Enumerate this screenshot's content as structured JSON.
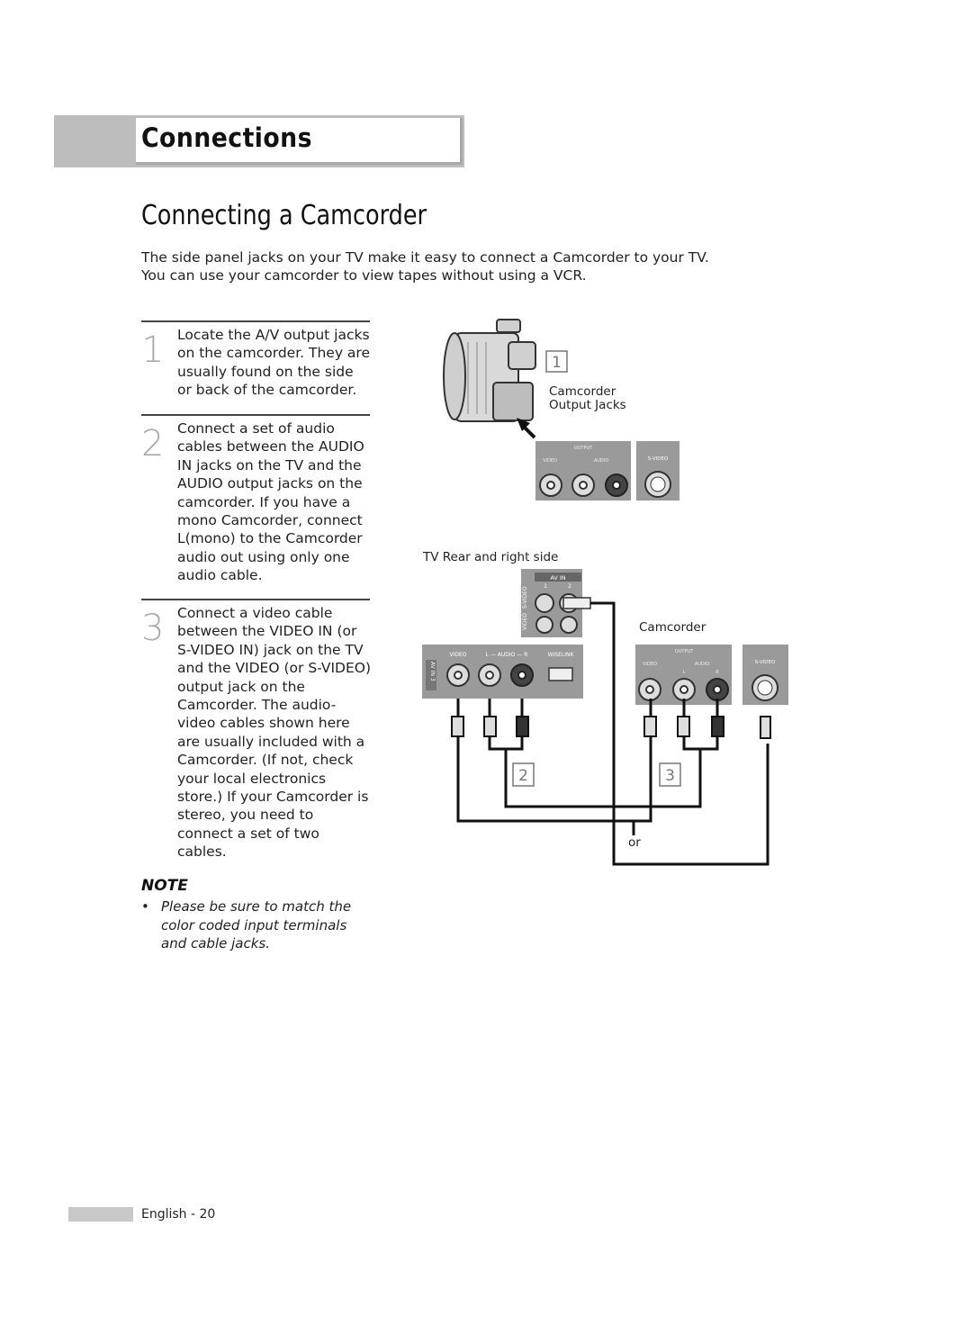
{
  "header": {
    "title": "Connections"
  },
  "section": {
    "title": "Connecting a Camcorder"
  },
  "intro": [
    "The side panel jacks on your TV make it easy to connect a Camcorder to your TV.",
    "You can use your camcorder to view tapes without using a VCR."
  ],
  "steps": [
    {
      "number": "1",
      "text": "Locate the A/V output jacks on the camcorder. They are usually found on the side or back of the camcorder."
    },
    {
      "number": "2",
      "text": "Connect a set of audio cables between the AUDIO IN jacks on the TV and the AUDIO output jacks on the camcorder. If you have a mono Camcorder, connect L(mono) to the Camcorder audio out using only one audio cable."
    },
    {
      "number": "3",
      "text": "Connect a video cable between the VIDEO IN (or S-VIDEO IN) jack on the TV and the VIDEO (or S-VIDEO) output jack on the Camcorder. The audio-video cables shown here are usually included with a Camcorder. (If not, check your local electronics store.) If your Camcorder is stereo, you need to connect a set of two cables."
    }
  ],
  "note": {
    "heading": "NOTE",
    "bullet": "•",
    "text": "Please be sure to match the color coded input terminals and cable jacks."
  },
  "diagram": {
    "callout_1": "1",
    "callout_2": "2",
    "callout_3": "3",
    "camcorder_output_label_1": "Camcorder",
    "camcorder_output_label_2": "Output Jacks",
    "tv_label": "TV Rear and right side",
    "camcorder_label": "Camcorder",
    "or_label": "or",
    "panel": {
      "output": "OUTPUT",
      "video": "VIDEO",
      "audio": "AUDIO",
      "l": "L",
      "r": "R",
      "svideo": "S-VIDEO",
      "av_in": "AV IN",
      "av_in_1": "1",
      "av_in_2": "2",
      "av_in_3": "AV IN 3",
      "side_video": "VIDEO",
      "side_svideo": "S-VIDEO",
      "l_audio_r": "L — AUDIO — R",
      "wiselink": "WISELINK"
    }
  },
  "footer": {
    "page": "English - 20"
  }
}
